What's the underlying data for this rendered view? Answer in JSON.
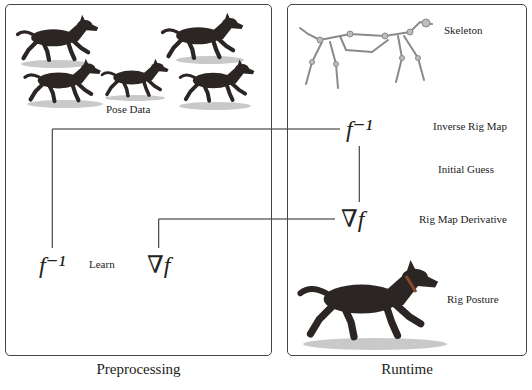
{
  "diagram": {
    "nodes": [
      {
        "text": [
          "Preprocessing"
        ]
      },
      {
        "text": [
          "f⁻¹"
        ],
        "in": 0
      },
      {
        "text": [
          "∇f"
        ],
        "in": 0
      },
      {
        "text": [
          "Runtime"
        ]
      },
      {
        "text": [
          "f⁻¹"
        ],
        "in": 3
      },
      {
        "text": [
          "∇f"
        ],
        "in": 3
      }
    ],
    "edges": [
      {
        "from": 1,
        "to": 4,
        "arrow": "none"
      },
      {
        "from": 4,
        "to": 5,
        "arrow": "none"
      },
      {
        "from": 2,
        "to": 5,
        "arrow": "none"
      }
    ],
    "labels": [
      "Pose Data",
      "Learn",
      "Skeleton",
      "Inverse Rig Map",
      "Initial Guess",
      "Rig Map Derivative",
      "Rig Posture"
    ]
  }
}
